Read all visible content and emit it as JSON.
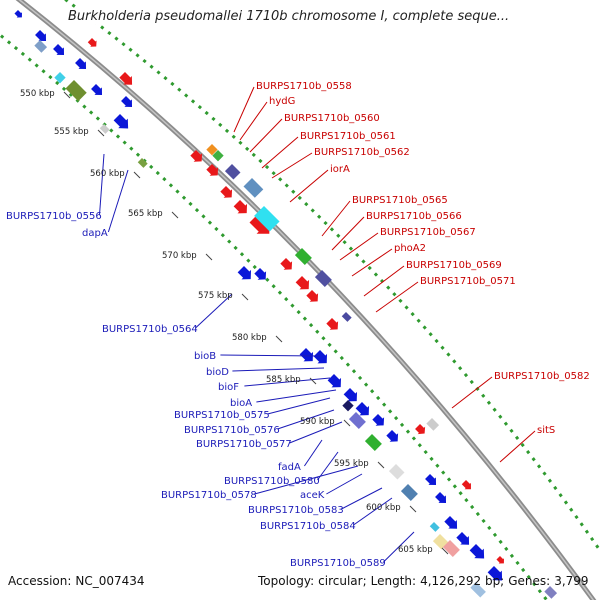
{
  "title": "Burkholderia pseudomallei 1710b chromosome I, complete seque...",
  "footer": {
    "accession_label": "Accession:",
    "accession": "NC_007434",
    "topology_label": "Topology:",
    "topology": "circular;",
    "length_label": "Length:",
    "length": "4,126,292 bp;",
    "genes_label": "Genes:",
    "genes": "3,799"
  },
  "colors": {
    "forward_genes": "#e8181a",
    "reverse_genes": "#0b17d8",
    "backbone": "#8a8a8a",
    "dotted_track": "#2f9a2f",
    "label_forward": "#c80000",
    "label_reverse": "#1b1bb8"
  },
  "ticks": [
    "550 kbp",
    "555 kbp",
    "560 kbp",
    "565 kbp",
    "570 kbp",
    "575 kbp",
    "580 kbp",
    "585 kbp",
    "590 kbp",
    "595 kbp",
    "600 kbp",
    "605 kbp"
  ],
  "labels_forward": [
    "BURPS1710b_0558",
    "hydG",
    "BURPS1710b_0560",
    "BURPS1710b_0561",
    "BURPS1710b_0562",
    "iorA",
    "BURPS1710b_0565",
    "BURPS1710b_0566",
    "BURPS1710b_0567",
    "phoA2",
    "BURPS1710b_0569",
    "BURPS1710b_0571",
    "BURPS1710b_0582",
    "sitS"
  ],
  "labels_reverse": [
    "BURPS1710b_0556",
    "dapA",
    "BURPS1710b_0564",
    "bioB",
    "bioD",
    "bioF",
    "bioA",
    "BURPS1710b_0575",
    "BURPS1710b_0576",
    "BURPS1710b_0577",
    "fadA",
    "BURPS1710b_0580",
    "BURPS1710b_0578",
    "aceK",
    "BURPS1710b_0583",
    "BURPS1710b_0584",
    "BURPS1710b_0589"
  ]
}
